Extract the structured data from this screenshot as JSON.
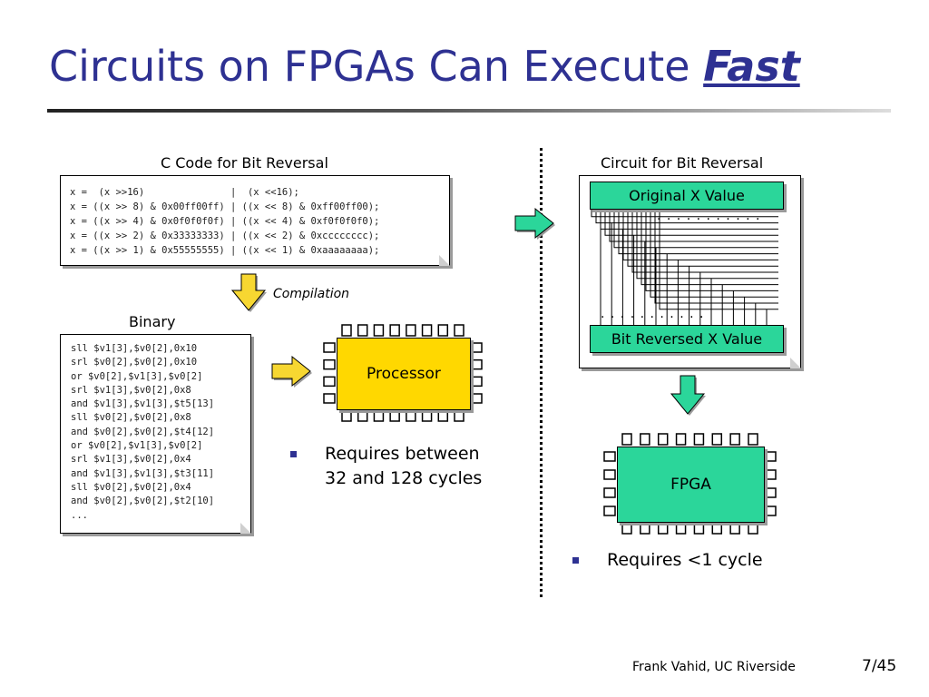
{
  "slide": {
    "title_main": "Circuits on FPGAs Can Execute ",
    "title_emph": "Fast"
  },
  "left": {
    "code_title": "C Code for Bit Reversal",
    "code_lines": [
      "x =  (x >>16)               |  (x <<16);",
      "x = ((x >> 8) & 0x00ff00ff) | ((x << 8) & 0xff00ff00);",
      "x = ((x >> 4) & 0x0f0f0f0f) | ((x << 4) & 0xf0f0f0f0);",
      "x = ((x >> 2) & 0x33333333) | ((x << 2) & 0xcccccccc);",
      "x = ((x >> 1) & 0x55555555) | ((x << 1) & 0xaaaaaaaa);"
    ],
    "compilation_label": "Compilation",
    "binary_title": "Binary",
    "binary_lines": [
      "sll $v1[3],$v0[2],0x10",
      "srl $v0[2],$v0[2],0x10",
      "or $v0[2],$v1[3],$v0[2]",
      "srl $v1[3],$v0[2],0x8",
      "and $v1[3],$v1[3],$t5[13]",
      "sll $v0[2],$v0[2],0x8",
      "and $v0[2],$v0[2],$t4[12]",
      "or $v0[2],$v1[3],$v0[2]",
      "srl $v1[3],$v0[2],0x4",
      "and $v1[3],$v1[3],$t3[11]",
      "sll $v0[2],$v0[2],0x4",
      "and $v0[2],$v0[2],$t2[10]",
      "..."
    ],
    "processor_label": "Processor",
    "processor_bullet": "Requires between 32 and 128 cycles"
  },
  "right": {
    "circuit_title": "Circuit for Bit Reversal",
    "original_label": "Original X Value",
    "reversed_label": "Bit Reversed X Value",
    "dots": ". . . . . . . . . . .",
    "fpga_label": "FPGA",
    "fpga_bullet": "Requires <1 cycle"
  },
  "footer": {
    "author": "Frank Vahid, UC Riverside",
    "page": "7/45"
  },
  "colors": {
    "title": "#2e3192",
    "processor": "#ffd800",
    "fpga": "#2bd69a",
    "arrow_yellow": "#f7d731",
    "arrow_teal": "#2bd69a"
  }
}
